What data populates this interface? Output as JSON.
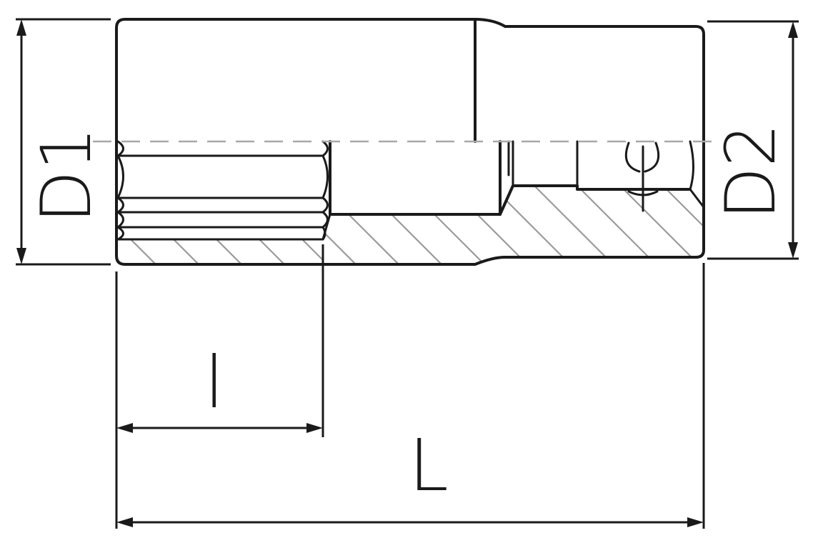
{
  "labels": {
    "D1": "D1",
    "D2": "D2",
    "l": "l",
    "L": "L"
  },
  "colors": {
    "line": "#1a1a1a",
    "hatch": "#9a9a9a",
    "centerline": "#a8a8a8",
    "background": "#ffffff"
  }
}
